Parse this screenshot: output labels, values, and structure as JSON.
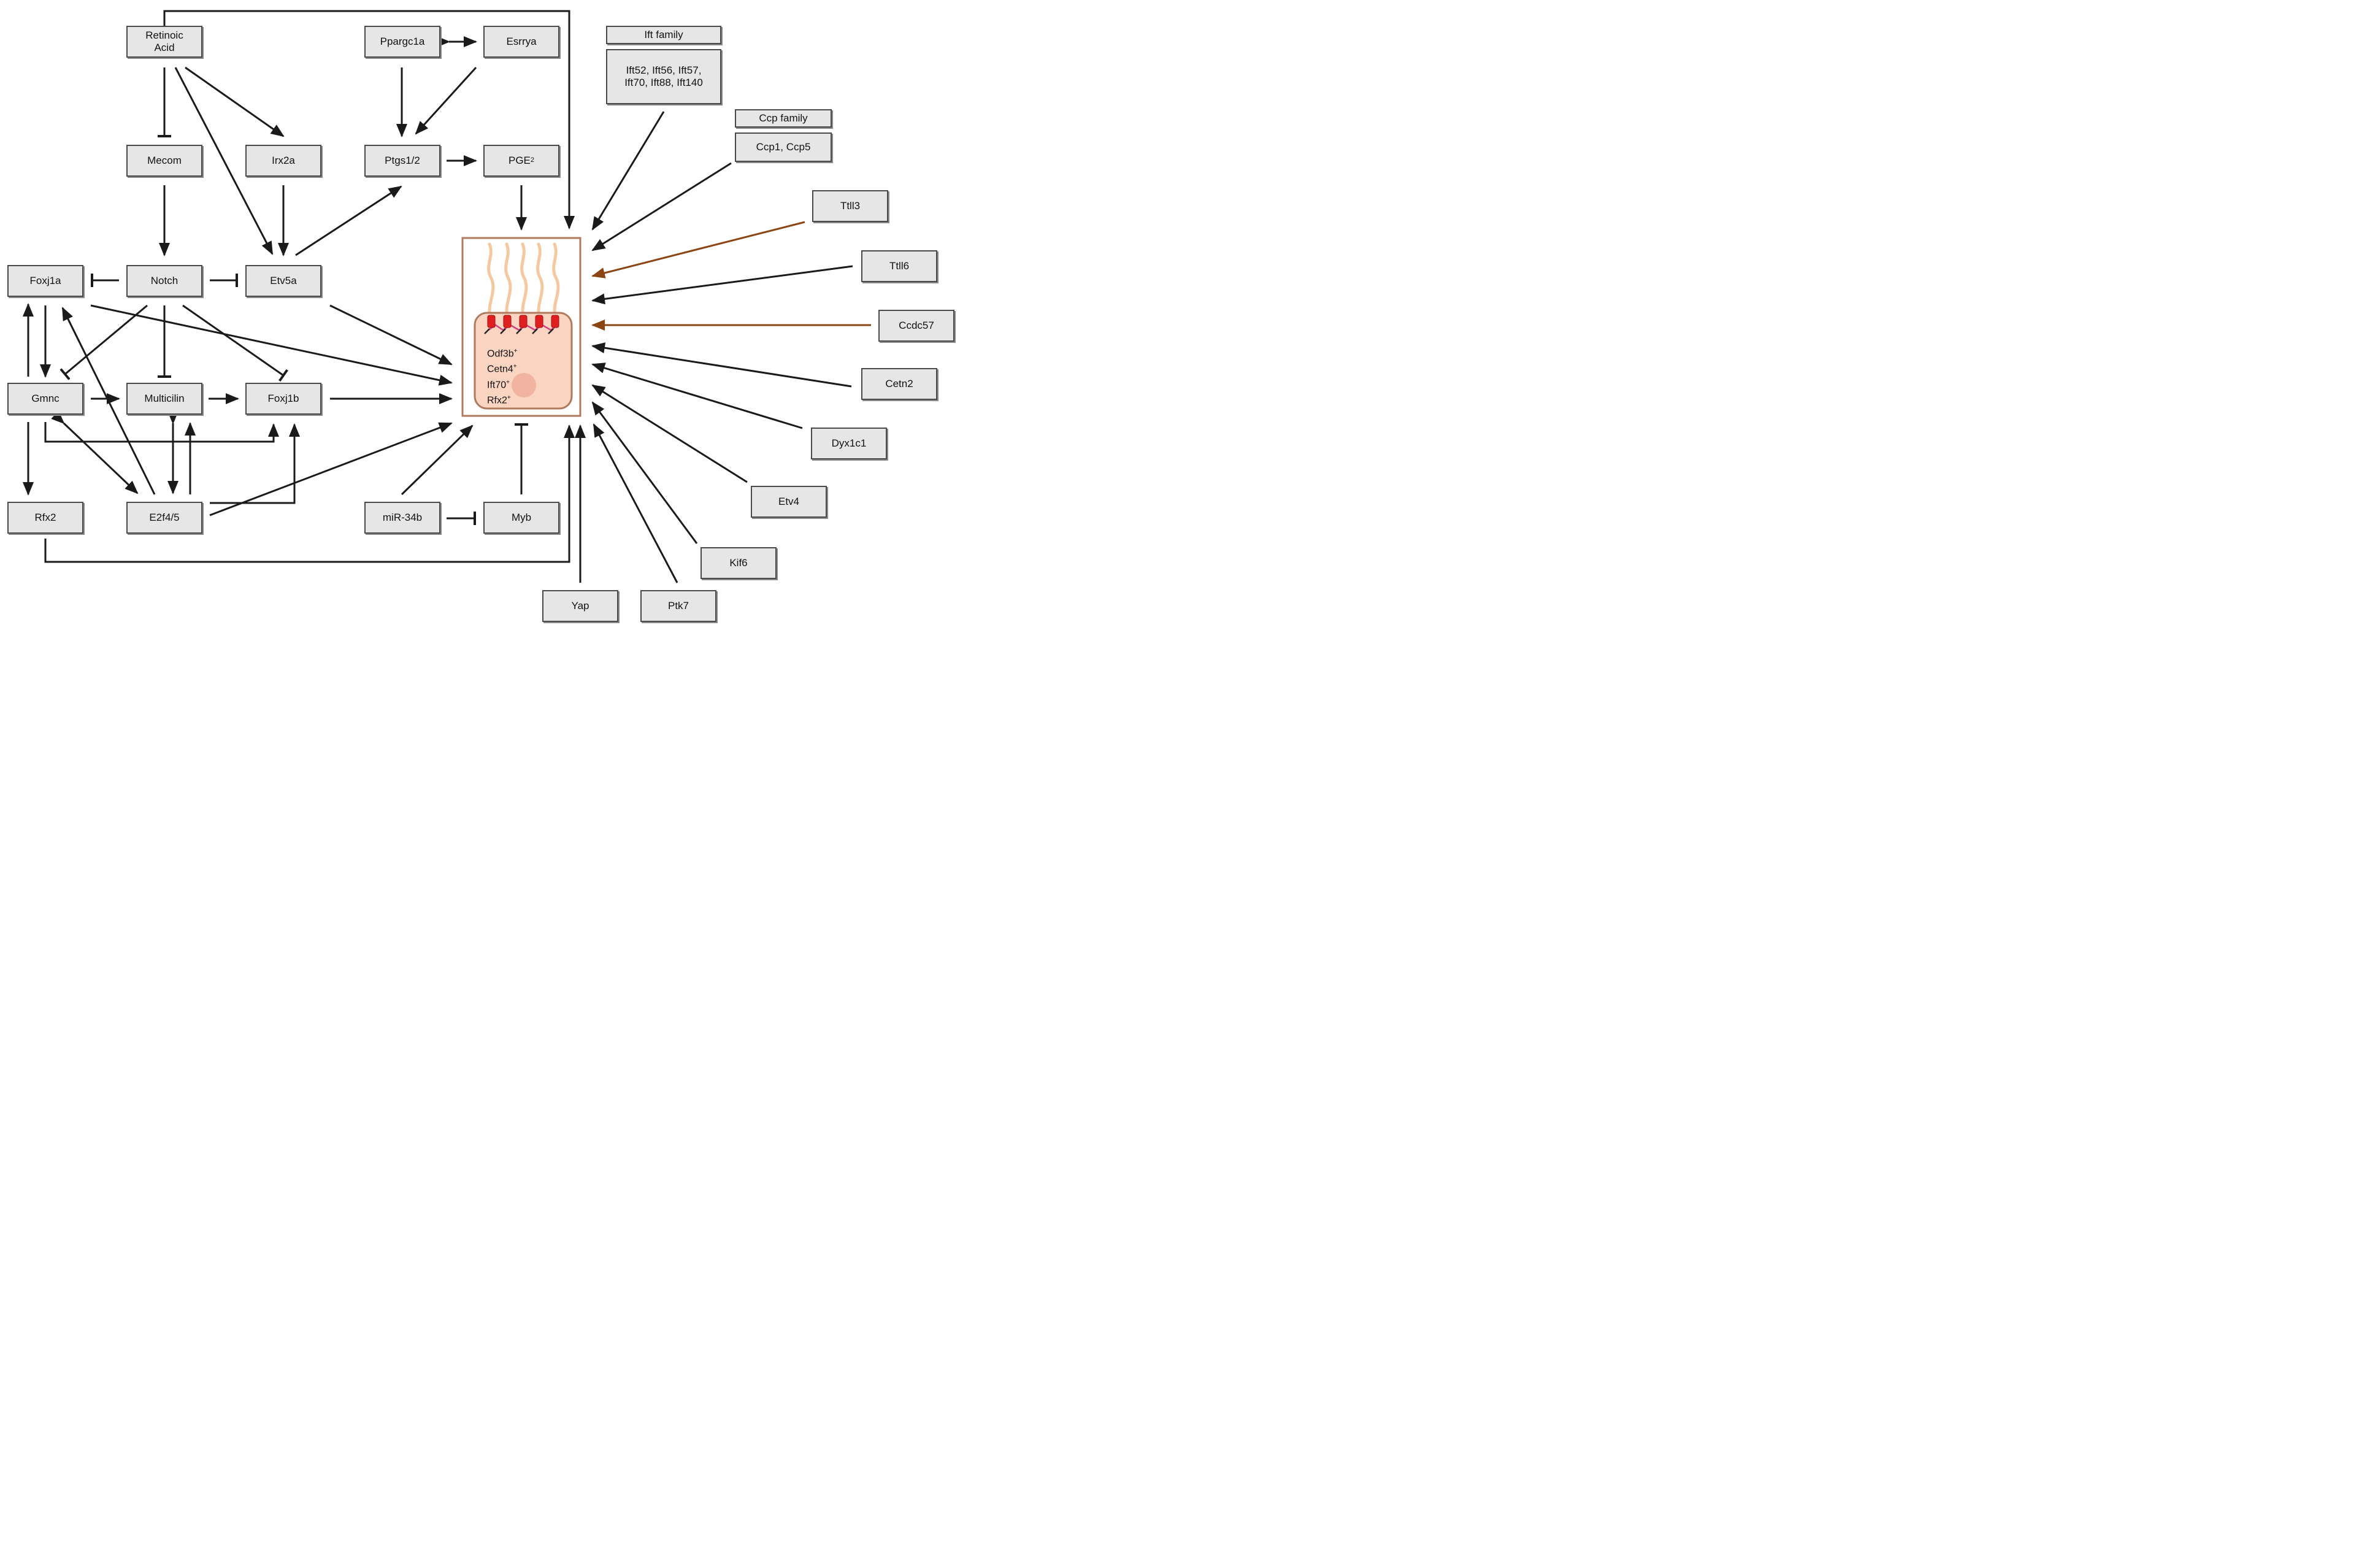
{
  "nodes": {
    "retinoic": "Retinoic\nAcid",
    "mecom": "Mecom",
    "irx2a": "Irx2a",
    "ppargc1a": "Ppargc1a",
    "esrrya": "Esrrya",
    "ptgs": "Ptgs1/2",
    "pge2": "PGE",
    "pge2_sub": "2",
    "foxj1a": "Foxj1a",
    "notch": "Notch",
    "etv5a": "Etv5a",
    "gmnc": "Gmnc",
    "multicilin": "Multicilin",
    "foxj1b": "Foxj1b",
    "rfx2": "Rfx2",
    "e2f45": "E2f4/5",
    "mir34b": "miR-34b",
    "myb": "Myb",
    "ift_header": "Ift family",
    "ift_members": "Ift52, Ift56, Ift57,\nIft70, Ift88, Ift140",
    "ccp_header": "Ccp family",
    "ccp_members": "Ccp1, Ccp5",
    "ttll3": "Ttll3",
    "ttll6": "Ttll6",
    "ccdc57": "Ccdc57",
    "cetn2": "Cetn2",
    "dyx1c1": "Dyx1c1",
    "etv4": "Etv4",
    "kif6": "Kif6",
    "yap": "Yap",
    "ptk7": "Ptk7"
  },
  "cell": {
    "markers": [
      {
        "name": "Odf3b",
        "sup": "+"
      },
      {
        "name": "Cetn4",
        "sup": "+"
      },
      {
        "name": "Ift70",
        "sup": "+"
      },
      {
        "name": "Rfx2",
        "sup": "+"
      }
    ]
  },
  "colors": {
    "box_fill": "#e6e6e6",
    "box_border": "#4a4a4a",
    "arrow": "#1a1a1a",
    "arrow_brown": "#8b4513",
    "cell_frame": "#b07a5f",
    "cell_body": "#fbd5c2",
    "cilia": "#f5c9a0",
    "basal_body": "#e02020"
  }
}
